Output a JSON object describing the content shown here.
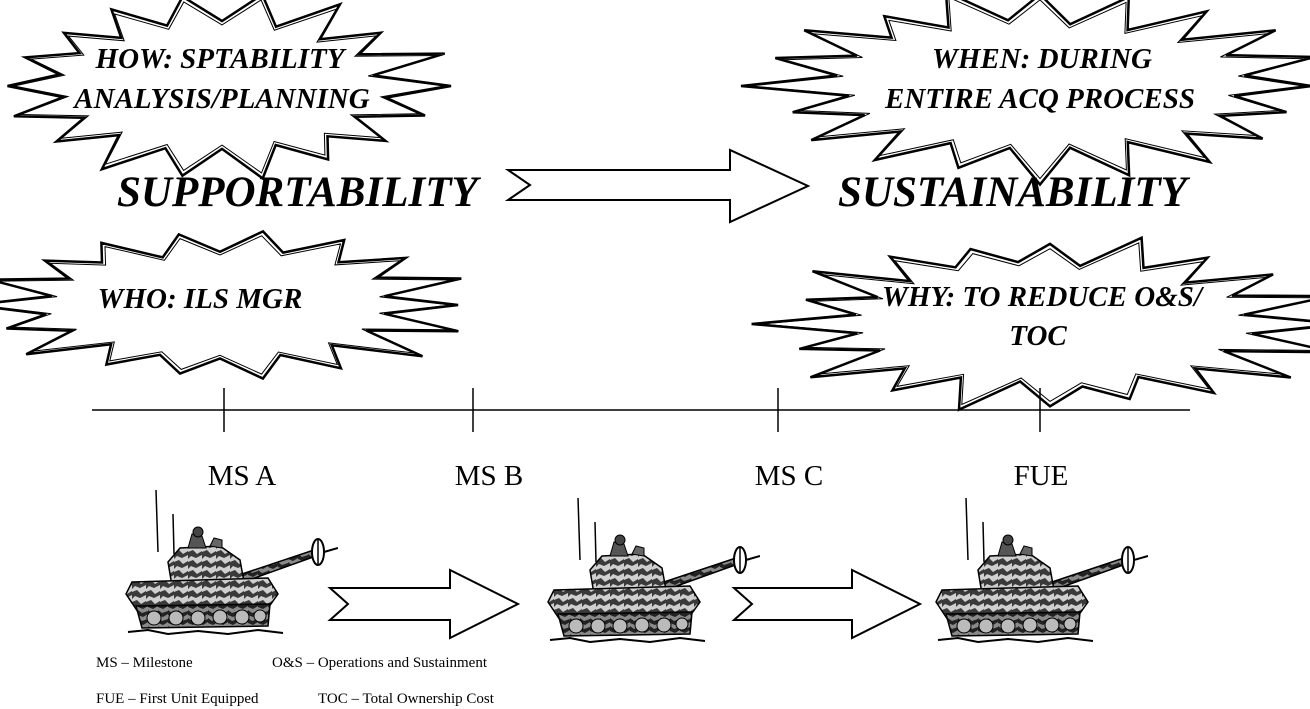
{
  "bursts": {
    "how": {
      "lines": [
        "HOW:  SPTABILITY",
        "ANALYSIS/PLANNING"
      ]
    },
    "when": {
      "lines": [
        "WHEN:  DURING",
        "ENTIRE ACQ PROCESS"
      ]
    },
    "who": {
      "lines": [
        "WHO:  ILS MGR"
      ]
    },
    "why": {
      "lines": [
        "WHY:  TO REDUCE O&S/",
        "TOC"
      ]
    }
  },
  "headings": {
    "left": "SUPPORTABILITY",
    "right": "SUSTAINABILITY"
  },
  "timeline": {
    "milestones": [
      {
        "label": "MS A"
      },
      {
        "label": "MS B"
      },
      {
        "label": "MS C"
      },
      {
        "label": "FUE"
      }
    ]
  },
  "legend": {
    "row1": [
      "MS – Milestone",
      "O&S – Operations and Sustainment"
    ],
    "row2": [
      "FUE – First Unit Equipped",
      "TOC – Total Ownership Cost"
    ]
  },
  "icons": [
    "starburst-shape",
    "arrow-right-icon",
    "tank-icon"
  ]
}
